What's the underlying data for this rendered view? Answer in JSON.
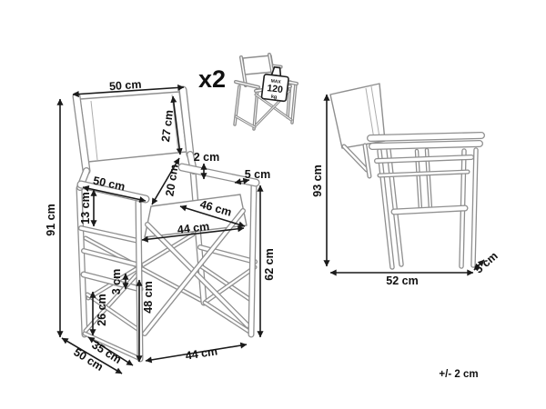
{
  "quantity_label": "x2",
  "tolerance_note": "+/- 2 cm",
  "weight_badge": {
    "line1": "MAX",
    "line2": "120",
    "line3": "kg"
  },
  "front_view": {
    "dims": {
      "backrest_width": "50 cm",
      "backrest_height": "27 cm",
      "armrest_thickness": "2 cm",
      "armrest_width": "5 cm",
      "armrest_length": "50 cm",
      "backrest_bottom_to_seat": "20 cm",
      "armrest_above_seat": "13 cm",
      "seat_diagonal": "46 cm",
      "seat_width": "44 cm",
      "total_height": "91 cm",
      "armrest_height": "62 cm",
      "side_bar_thickness": "3 cm",
      "rear_leg_lower": "26 cm",
      "front_leg_height": "48 cm",
      "front_base_width": "44 cm",
      "base_depth_inner": "35 cm",
      "base_depth": "50 cm"
    }
  },
  "side_view": {
    "dims": {
      "total_height": "93 cm",
      "base_depth": "52 cm",
      "frame_width": "5 cm"
    }
  },
  "colors": {
    "line_art": "#8f8f8f",
    "dimensions": "#1a1a1a",
    "background": "#ffffff"
  }
}
